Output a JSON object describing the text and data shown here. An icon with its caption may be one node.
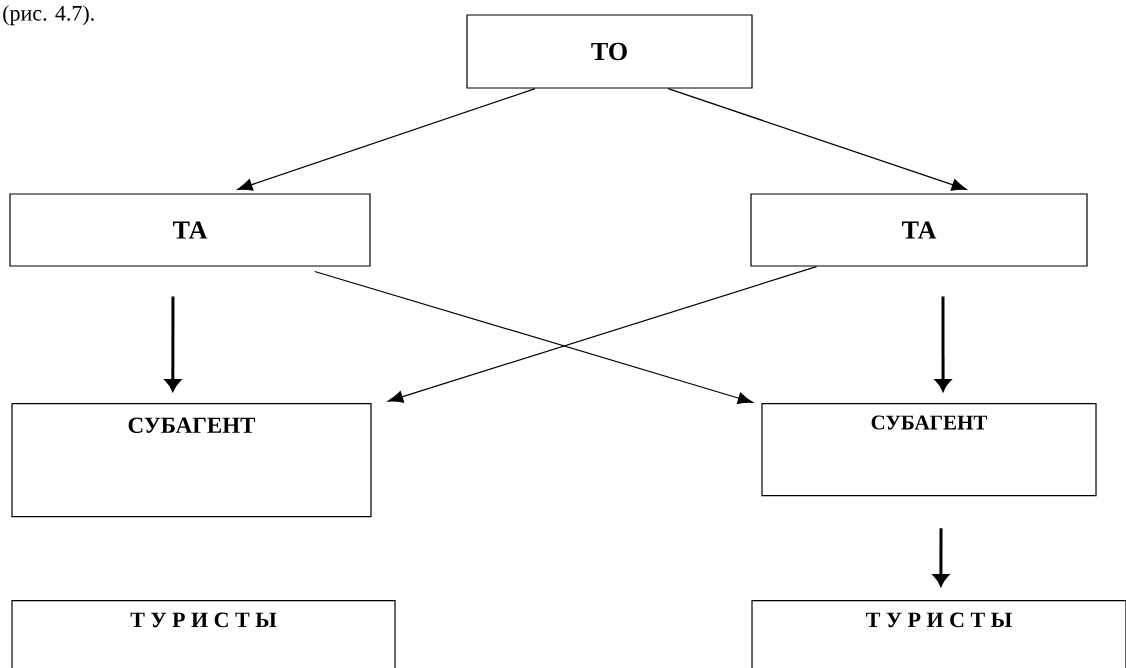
{
  "diagram": {
    "nodes": [
      {
        "text": [
          "ТО"
        ]
      },
      {
        "text": [
          "ТА"
        ]
      },
      {
        "text": [
          "ТА"
        ]
      },
      {
        "text": [
          "СУБАГЕНТ"
        ]
      },
      {
        "text": [
          "СУБАГЕНТ"
        ]
      },
      {
        "text": [
          "Т У Р И С Т Ы"
        ]
      },
      {
        "text": [
          "Т У Р И С Т Ы"
        ]
      }
    ],
    "edges": [
      {
        "from": 0,
        "to": 1,
        "arrow": "to"
      },
      {
        "from": 0,
        "to": 2,
        "arrow": "to"
      },
      {
        "from": 1,
        "to": 4,
        "arrow": "to"
      },
      {
        "from": 2,
        "to": 3,
        "arrow": "to"
      },
      {
        "from": 1,
        "to": 3,
        "arrow": "to",
        "style": "thick"
      },
      {
        "from": 2,
        "to": 4,
        "arrow": "to",
        "style": "thick"
      },
      {
        "from": 4,
        "to": 6,
        "arrow": "to",
        "style": "thick"
      }
    ],
    "labels": [
      "(рис. 4.7)."
    ]
  }
}
